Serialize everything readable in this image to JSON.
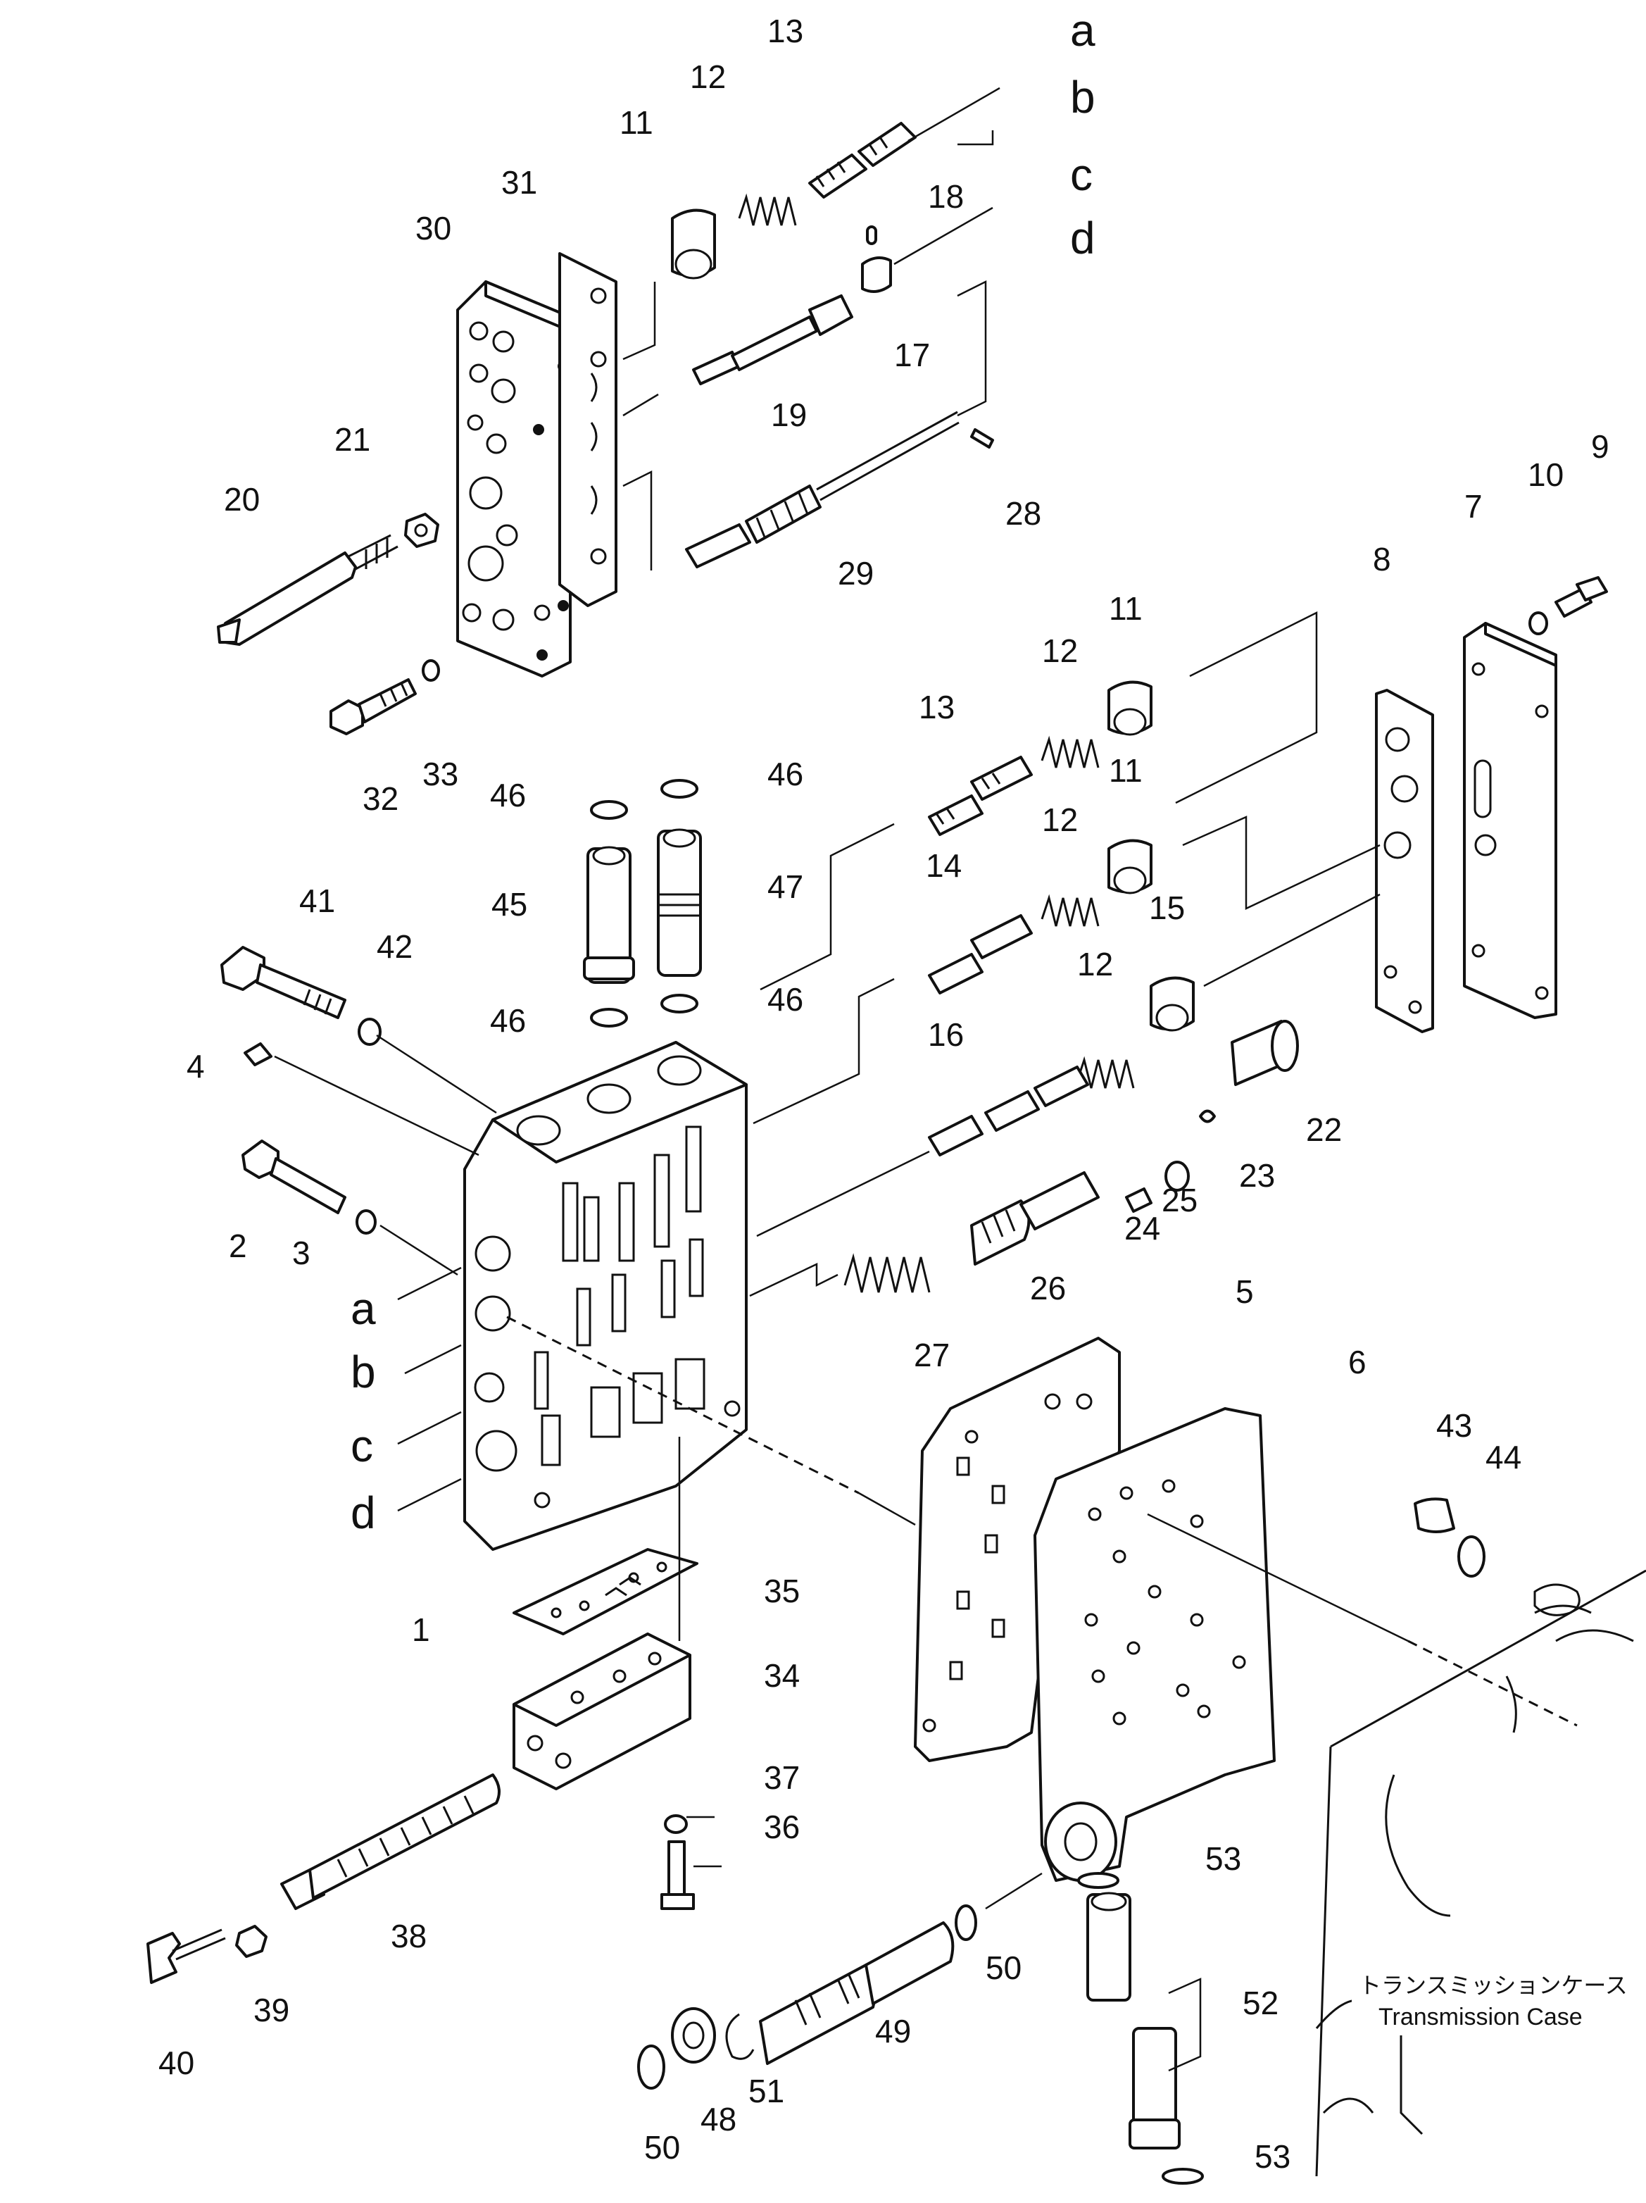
{
  "callouts": [
    {
      "id": "1",
      "label": "1"
    },
    {
      "id": "2",
      "label": "2"
    },
    {
      "id": "3",
      "label": "3"
    },
    {
      "id": "4",
      "label": "4"
    },
    {
      "id": "5",
      "label": "5"
    },
    {
      "id": "6",
      "label": "6"
    },
    {
      "id": "7",
      "label": "7"
    },
    {
      "id": "8",
      "label": "8"
    },
    {
      "id": "9",
      "label": "9"
    },
    {
      "id": "10",
      "label": "10"
    },
    {
      "id": "11a",
      "label": "11"
    },
    {
      "id": "11b",
      "label": "11"
    },
    {
      "id": "11c",
      "label": "11"
    },
    {
      "id": "12a",
      "label": "12"
    },
    {
      "id": "12b",
      "label": "12"
    },
    {
      "id": "12c",
      "label": "12"
    },
    {
      "id": "12d",
      "label": "12"
    },
    {
      "id": "13a",
      "label": "13"
    },
    {
      "id": "13b",
      "label": "13"
    },
    {
      "id": "14",
      "label": "14"
    },
    {
      "id": "15",
      "label": "15"
    },
    {
      "id": "16",
      "label": "16"
    },
    {
      "id": "17",
      "label": "17"
    },
    {
      "id": "18",
      "label": "18"
    },
    {
      "id": "19",
      "label": "19"
    },
    {
      "id": "20",
      "label": "20"
    },
    {
      "id": "21",
      "label": "21"
    },
    {
      "id": "22",
      "label": "22"
    },
    {
      "id": "23",
      "label": "23"
    },
    {
      "id": "24",
      "label": "24"
    },
    {
      "id": "25",
      "label": "25"
    },
    {
      "id": "26",
      "label": "26"
    },
    {
      "id": "27",
      "label": "27"
    },
    {
      "id": "28",
      "label": "28"
    },
    {
      "id": "29",
      "label": "29"
    },
    {
      "id": "30",
      "label": "30"
    },
    {
      "id": "31",
      "label": "31"
    },
    {
      "id": "32",
      "label": "32"
    },
    {
      "id": "33",
      "label": "33"
    },
    {
      "id": "34",
      "label": "34"
    },
    {
      "id": "35",
      "label": "35"
    },
    {
      "id": "36",
      "label": "36"
    },
    {
      "id": "37",
      "label": "37"
    },
    {
      "id": "38",
      "label": "38"
    },
    {
      "id": "39",
      "label": "39"
    },
    {
      "id": "40",
      "label": "40"
    },
    {
      "id": "41",
      "label": "41"
    },
    {
      "id": "42",
      "label": "42"
    },
    {
      "id": "43",
      "label": "43"
    },
    {
      "id": "44",
      "label": "44"
    },
    {
      "id": "45",
      "label": "45"
    },
    {
      "id": "46a",
      "label": "46"
    },
    {
      "id": "46b",
      "label": "46"
    },
    {
      "id": "46c",
      "label": "46"
    },
    {
      "id": "46d",
      "label": "46"
    },
    {
      "id": "47",
      "label": "47"
    },
    {
      "id": "48",
      "label": "48"
    },
    {
      "id": "49",
      "label": "49"
    },
    {
      "id": "50a",
      "label": "50"
    },
    {
      "id": "50b",
      "label": "50"
    },
    {
      "id": "51",
      "label": "51"
    },
    {
      "id": "52",
      "label": "52"
    },
    {
      "id": "53a",
      "label": "53"
    },
    {
      "id": "53b",
      "label": "53"
    }
  ],
  "ports": [
    {
      "id": "top-a",
      "label": "a"
    },
    {
      "id": "top-b",
      "label": "b"
    },
    {
      "id": "top-c",
      "label": "c"
    },
    {
      "id": "top-d",
      "label": "d"
    },
    {
      "id": "left-a",
      "label": "a"
    },
    {
      "id": "left-b",
      "label": "b"
    },
    {
      "id": "left-c",
      "label": "c"
    },
    {
      "id": "left-d",
      "label": "d"
    }
  ],
  "caption": {
    "japanese": "トランスミッションケース",
    "english": "Transmission Case"
  }
}
